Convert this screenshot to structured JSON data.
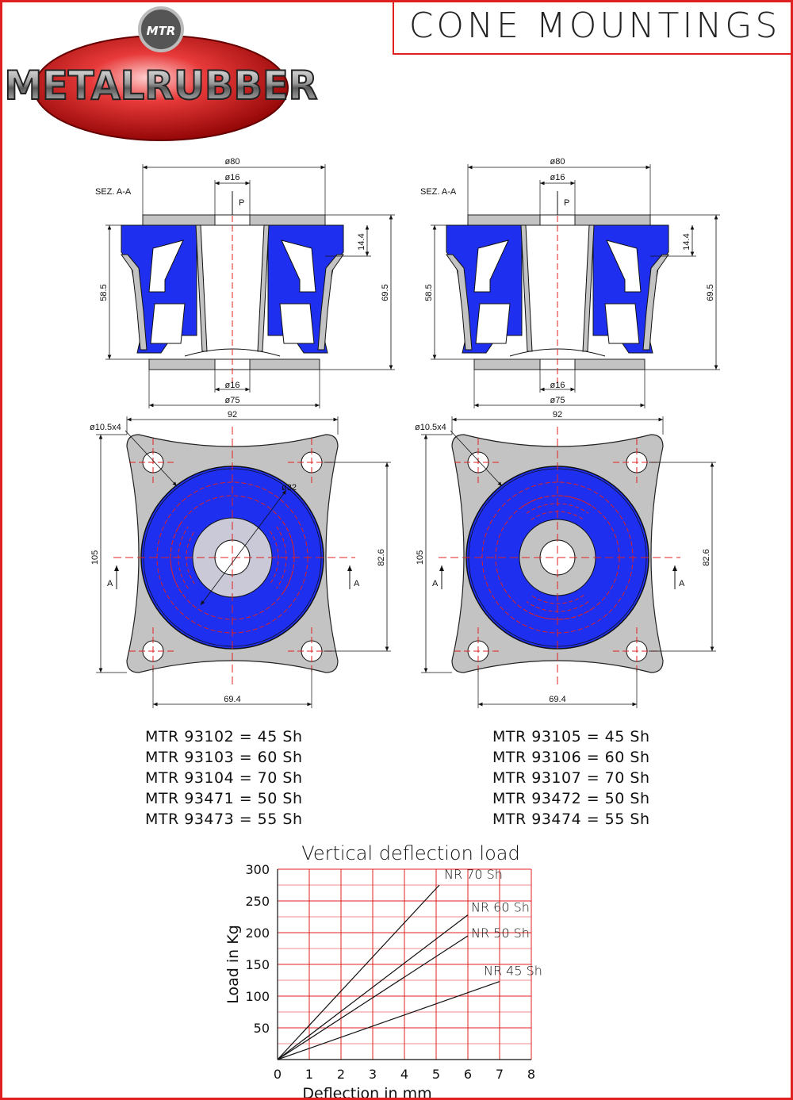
{
  "header": {
    "title": "CONE MOUNTINGS",
    "logo_text": "METALRUBBER",
    "logo_badge": "MTR"
  },
  "colors": {
    "border": "#e02020",
    "rubber_blue": "#1f2ff0",
    "steel_grey": "#c3c3c3",
    "centerline_red": "#e02020"
  },
  "drawings": [
    {
      "section_label": "SEZ. A-A",
      "load_label": "P",
      "dims": {
        "top_outer": "ø80",
        "top_bore": "ø16",
        "bottom_bore": "ø16",
        "bottom_outer": "ø75",
        "height_left": "58.5",
        "height_right": "69.5",
        "top_flange": "14.4",
        "plate_width": "92",
        "plate_height": "105",
        "hole_spacing_h": "69.4",
        "hole_spacing_v": "82.6",
        "holes": "ø10.5x4",
        "cone_dia": "ø32",
        "section_mark": "A"
      }
    },
    {
      "section_label": "SEZ. A-A",
      "load_label": "P",
      "dims": {
        "top_outer": "ø80",
        "top_bore": "ø16",
        "bottom_bore": "ø16",
        "bottom_outer": "ø75",
        "height_left": "58.5",
        "height_right": "69.5",
        "top_flange": "14.4",
        "plate_width": "92",
        "plate_height": "105",
        "hole_spacing_h": "69.4",
        "hole_spacing_v": "82.6",
        "holes": "ø10.5x4",
        "section_mark": "A"
      }
    }
  ],
  "models": {
    "left": [
      "MTR 93102 = 45 Sh",
      "MTR 93103 = 60 Sh",
      "MTR 93104 = 70 Sh",
      "MTR 93471 = 50 Sh",
      "MTR 93473 = 55 Sh"
    ],
    "right": [
      "MTR 93105 = 45 Sh",
      "MTR 93106 = 60 Sh",
      "MTR 93107 = 70 Sh",
      "MTR 93472 = 50 Sh",
      "MTR 93474 = 55 Sh"
    ]
  },
  "chart_data": {
    "type": "line",
    "title": "Vertical deflection load",
    "xlabel": "Deflection in mm",
    "ylabel": "Load in Kg",
    "xlim": [
      0,
      8
    ],
    "ylim": [
      0,
      300
    ],
    "xticks": [
      "0",
      "1",
      "2",
      "3",
      "4",
      "5",
      "6",
      "7",
      "8"
    ],
    "yticks": [
      "50",
      "100",
      "150",
      "200",
      "250",
      "300"
    ],
    "grid": true,
    "series": [
      {
        "name": "NR 70 Sh",
        "x": [
          0,
          5.1
        ],
        "y": [
          0,
          275
        ]
      },
      {
        "name": "NR 60 Sh",
        "x": [
          0,
          6.0
        ],
        "y": [
          0,
          228
        ]
      },
      {
        "name": "NR 50 Sh",
        "x": [
          0,
          6.0
        ],
        "y": [
          0,
          195
        ]
      },
      {
        "name": "NR 45 Sh",
        "x": [
          0,
          7.0
        ],
        "y": [
          0,
          123
        ]
      }
    ]
  }
}
